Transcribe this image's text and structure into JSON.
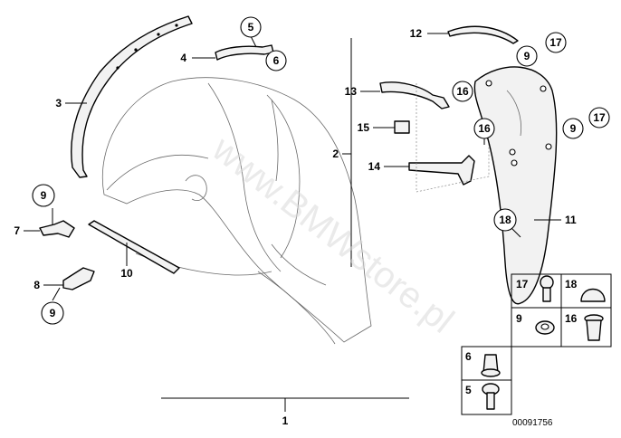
{
  "watermark": "www.BMWstore.pl",
  "diagram_code": "00091756",
  "callouts": {
    "c1": "1",
    "c2": "2",
    "c3": "3",
    "c4": "4",
    "c5": "5",
    "c6": "6",
    "c7": "7",
    "c8": "8",
    "c9a": "9",
    "c9b": "9",
    "c9c": "9",
    "c9d": "9",
    "c10": "10",
    "c11": "11",
    "c12": "12",
    "c13": "13",
    "c14": "14",
    "c15": "15",
    "c16a": "16",
    "c16b": "16",
    "c17a": "17",
    "c17b": "17",
    "c18": "18"
  },
  "legend": {
    "l17": "17",
    "l18": "18",
    "l9": "9",
    "l16": "16",
    "l6": "6",
    "l5": "5"
  }
}
